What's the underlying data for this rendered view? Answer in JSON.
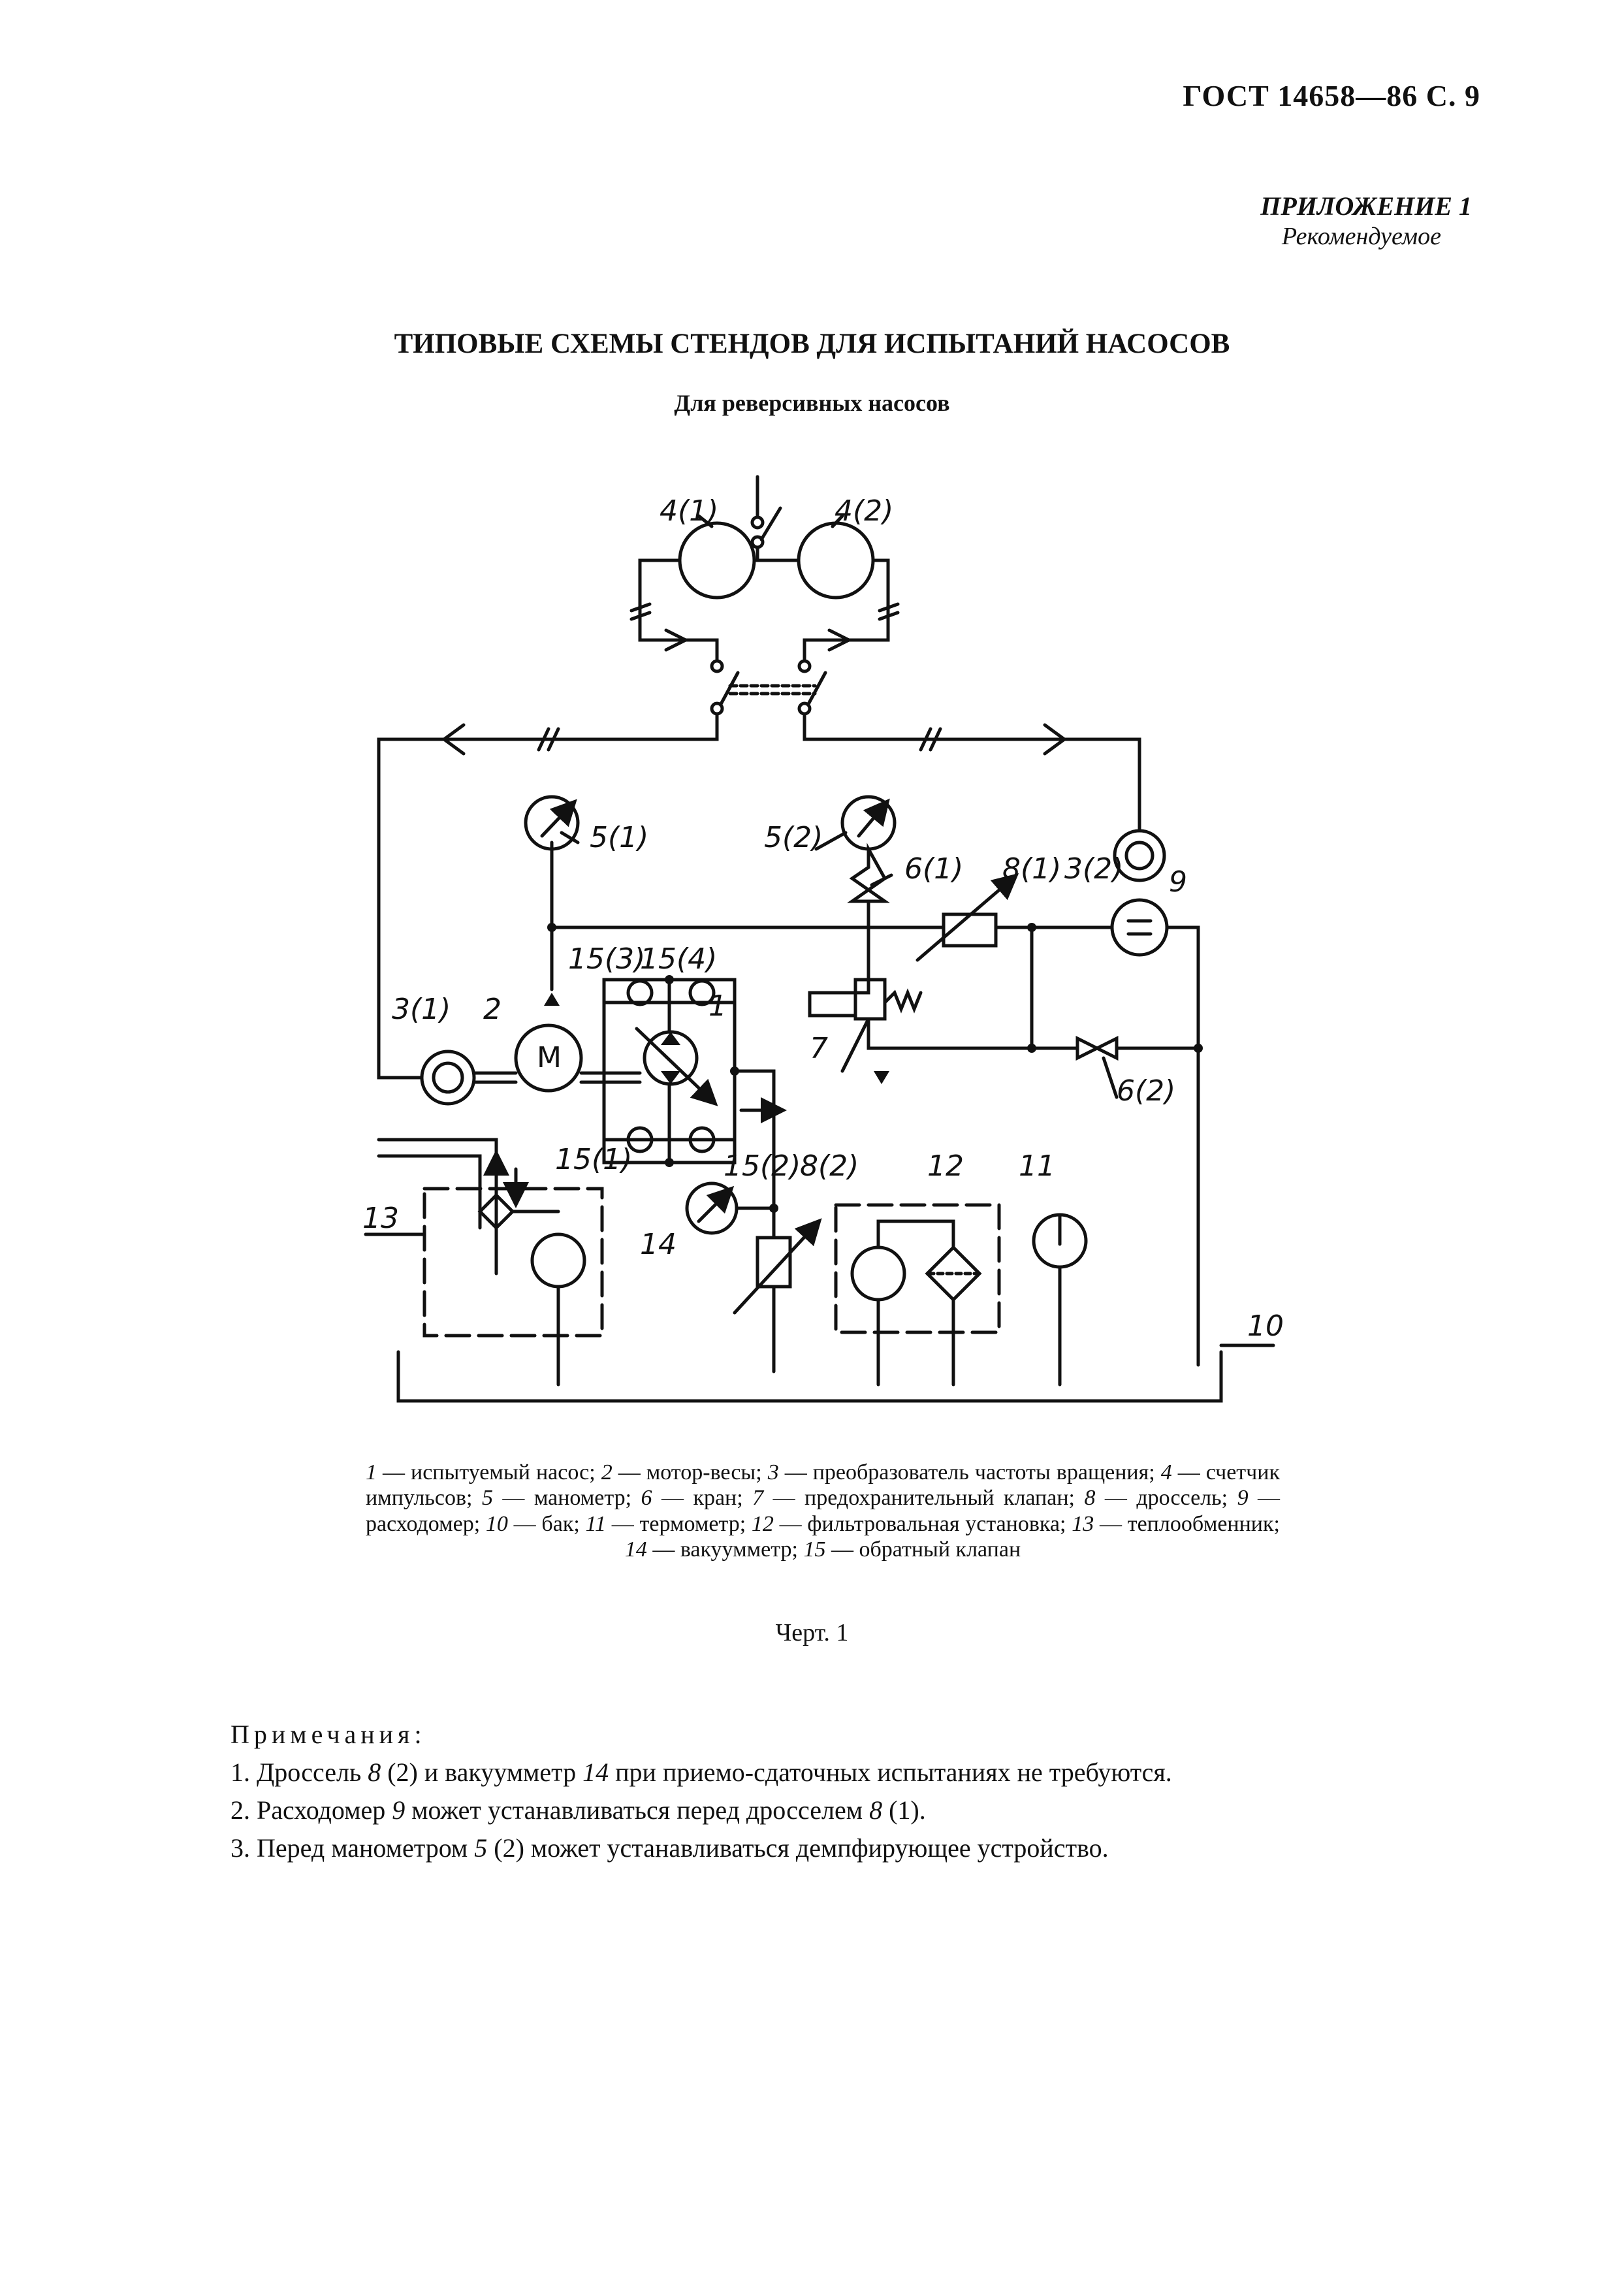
{
  "header": {
    "page_number": "ГОСТ 14658—86 С. 9",
    "appendix": "ПРИЛОЖЕНИЕ 1",
    "appendix_status": "Рекомендуемое"
  },
  "title": "ТИПОВЫЕ СХЕМЫ СТЕНДОВ ДЛЯ ИСПЫТАНИЙ НАСОСОВ",
  "subtitle": "Для реверсивных насосов",
  "diagram_labels": {
    "l4_1": "4(1)",
    "l4_2": "4(2)",
    "l5_1": "5(1)",
    "l5_2": "5(2)",
    "l6_1": "6(1)",
    "l6_2": "6(2)",
    "l8_1": "8(1)",
    "l8_2": "8(2)",
    "l3_1": "3(1)",
    "l3_2": "3(2)",
    "l9": "9",
    "l2": "2",
    "l1": "1",
    "l15_1": "15(1)",
    "l15_2": "15(2)",
    "l15_3": "15(3)",
    "l15_4": "15(4)",
    "l7": "7",
    "l10": "10",
    "l11": "11",
    "l12": "12",
    "l13": "13",
    "l14": "14",
    "motor": "M"
  },
  "legend": [
    {
      "num": "1",
      "text": " — испытуемый насос; "
    },
    {
      "num": "2",
      "text": " — мотор-весы; "
    },
    {
      "num": "3",
      "text": " — преобразователь частоты вращения; "
    },
    {
      "num": "4",
      "text": " — счетчик импульсов; "
    },
    {
      "num": "5",
      "text": " — манометр; "
    },
    {
      "num": "6",
      "text": " — кран; "
    },
    {
      "num": "7",
      "text": " — предохранительный клапан; "
    },
    {
      "num": "8",
      "text": " — дроссель; "
    },
    {
      "num": "9",
      "text": " — расходомер; "
    },
    {
      "num": "10",
      "text": " — бак; "
    },
    {
      "num": "11",
      "text": " — термометр; "
    },
    {
      "num": "12",
      "text": " — фильтровальная установка; "
    },
    {
      "num": "13",
      "text": " — теплообменник; "
    },
    {
      "num": "14",
      "text": " — вакуумметр; "
    },
    {
      "num": "15",
      "text": " — обратный клапан"
    }
  ],
  "figure_caption": "Черт. 1",
  "notes": {
    "title": "Примечания:",
    "items": [
      {
        "n": "1.",
        "a": "Дроссель ",
        "b": "8",
        "c": " (2) и вакуумметр ",
        "d": "14",
        "e": " при приемо-сдаточных испытаниях не требуются."
      },
      {
        "n": "2.",
        "a": "Расходомер ",
        "b": "9",
        "c": " может устанавливаться перед дросселем ",
        "d": "8",
        "e": " (1)."
      },
      {
        "n": "3.",
        "a": "Перед манометром ",
        "b": "5",
        "c": " (2) может устанавливаться демпфирующее устройство.",
        "d": "",
        "e": ""
      }
    ]
  }
}
